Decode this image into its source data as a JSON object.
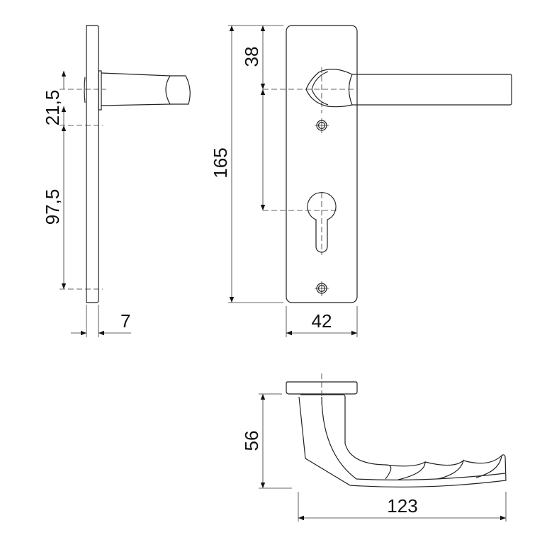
{
  "title": "Door handle on long plate - technical drawing",
  "dimensions": {
    "rose_height": "21,5",
    "lower_distance": "97,5",
    "plate_thickness": "7",
    "plate_height": "165",
    "top_to_handle": "38",
    "plate_width": "42",
    "handle_projection": "56",
    "handle_length": "123"
  },
  "colors": {
    "line": "#222222",
    "background": "#ffffff"
  }
}
